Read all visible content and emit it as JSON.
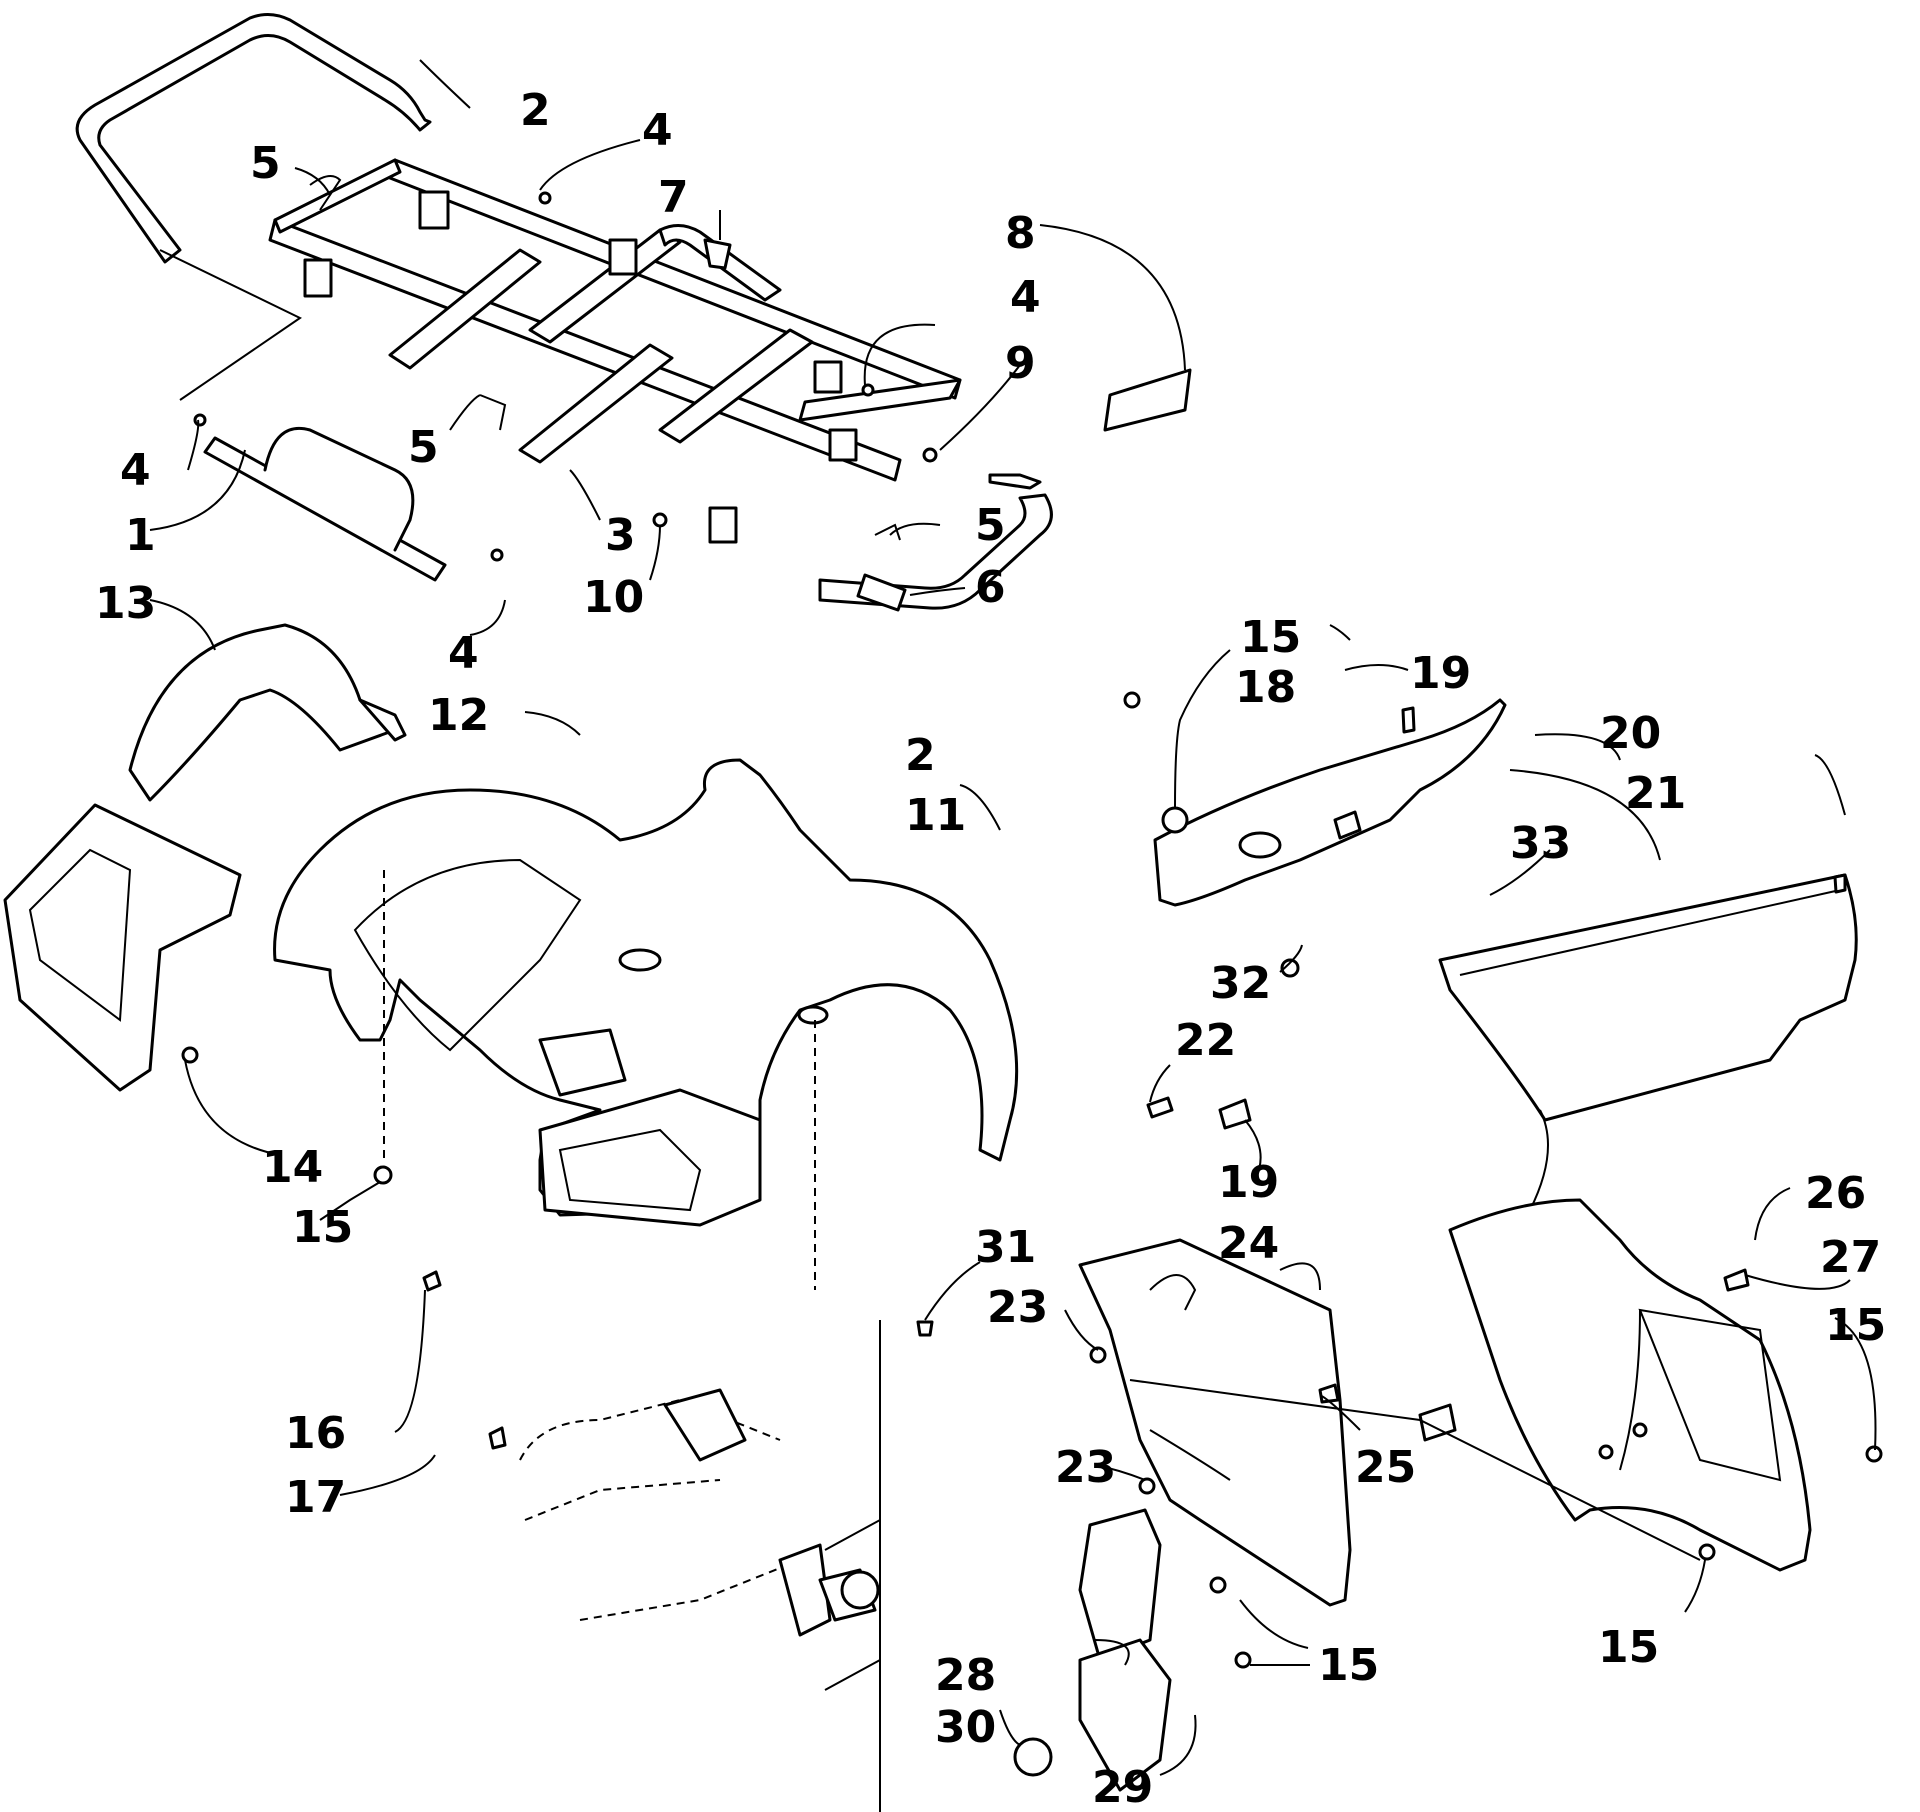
{
  "diagram": {
    "labels": [
      {
        "id": "2a",
        "text": "2"
      },
      {
        "id": "4a",
        "text": "4"
      },
      {
        "id": "5a",
        "text": "5"
      },
      {
        "id": "7",
        "text": "7"
      },
      {
        "id": "8",
        "text": "8"
      },
      {
        "id": "4b",
        "text": "4"
      },
      {
        "id": "9",
        "text": "9"
      },
      {
        "id": "4c",
        "text": "4"
      },
      {
        "id": "5b",
        "text": "5"
      },
      {
        "id": "1",
        "text": "1"
      },
      {
        "id": "3",
        "text": "3"
      },
      {
        "id": "5c",
        "text": "5"
      },
      {
        "id": "13",
        "text": "13"
      },
      {
        "id": "10",
        "text": "10"
      },
      {
        "id": "6",
        "text": "6"
      },
      {
        "id": "4d",
        "text": "4"
      },
      {
        "id": "15a",
        "text": "15"
      },
      {
        "id": "19a",
        "text": "19"
      },
      {
        "id": "18",
        "text": "18"
      },
      {
        "id": "12",
        "text": "12"
      },
      {
        "id": "20",
        "text": "20"
      },
      {
        "id": "21",
        "text": "21"
      },
      {
        "id": "2b",
        "text": "2"
      },
      {
        "id": "11",
        "text": "11"
      },
      {
        "id": "33",
        "text": "33"
      },
      {
        "id": "32",
        "text": "32"
      },
      {
        "id": "22",
        "text": "22"
      },
      {
        "id": "14",
        "text": "14"
      },
      {
        "id": "19b",
        "text": "19"
      },
      {
        "id": "15b",
        "text": "15"
      },
      {
        "id": "24",
        "text": "24"
      },
      {
        "id": "26",
        "text": "26"
      },
      {
        "id": "31",
        "text": "31"
      },
      {
        "id": "27",
        "text": "27"
      },
      {
        "id": "23a",
        "text": "23"
      },
      {
        "id": "15c",
        "text": "15"
      },
      {
        "id": "16",
        "text": "16"
      },
      {
        "id": "23b",
        "text": "23"
      },
      {
        "id": "25",
        "text": "25"
      },
      {
        "id": "17",
        "text": "17"
      },
      {
        "id": "15d",
        "text": "15"
      },
      {
        "id": "15e",
        "text": "15"
      },
      {
        "id": "28",
        "text": "28"
      },
      {
        "id": "30",
        "text": "30"
      },
      {
        "id": "29",
        "text": "29"
      }
    ]
  }
}
